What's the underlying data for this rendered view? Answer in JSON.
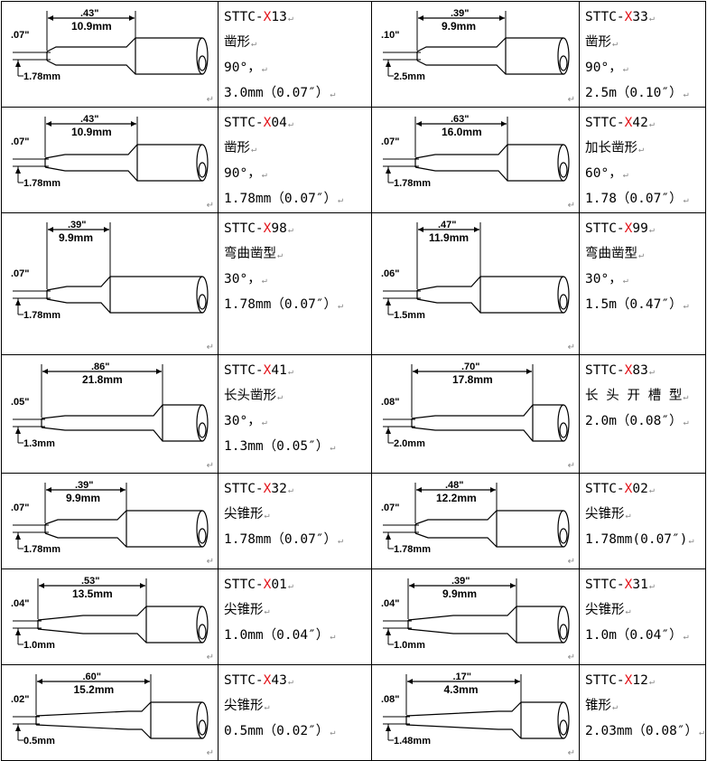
{
  "return_mark": "↵",
  "rows": [
    {
      "left": {
        "prefix": "STTC-",
        "x": "X",
        "suffix": "13",
        "lines": [
          "凿形",
          "90°，",
          "3.0mm（0.07″）"
        ],
        "dims": {
          "a": ".07\"",
          "b": ".43\"",
          "c": "10.9mm",
          "d": "1.78mm"
        }
      },
      "right": {
        "prefix": "STTC-",
        "x": "X",
        "suffix": "33",
        "lines": [
          "凿形",
          "90°，",
          "2.5m（0.10″）"
        ],
        "dims": {
          "a": ".10\"",
          "b": ".39\"",
          "c": "9.9mm",
          "d": "2.5mm"
        }
      }
    },
    {
      "left": {
        "prefix": "STTC-",
        "x": "X",
        "suffix": "04",
        "lines": [
          "凿形",
          "90°，",
          "1.78mm（0.07″）"
        ],
        "dims": {
          "a": ".07\"",
          "b": ".43\"",
          "c": "10.9mm",
          "d": "1.78mm"
        }
      },
      "right": {
        "prefix": "STTC-",
        "x": "X",
        "suffix": "42",
        "lines": [
          "加长凿形",
          "60°，",
          "1.78（0.07″）"
        ],
        "dims": {
          "a": ".07\"",
          "b": ".63\"",
          "c": "16.0mm",
          "d": "1.78mm"
        }
      }
    },
    {
      "left": {
        "prefix": "STTC-",
        "x": "X",
        "suffix": "98",
        "lines": [
          "弯曲凿型",
          "30°，",
          "1.78mm（0.07″）"
        ],
        "dims": {
          "a": ".07\"",
          "b": ".39\"",
          "c": "9.9mm",
          "d": "1.78mm"
        }
      },
      "right": {
        "prefix": "STTC-",
        "x": "X",
        "suffix": "99",
        "lines": [
          "弯曲凿型",
          "30°，",
          "1.5m（0.47″）"
        ],
        "dims": {
          "a": ".06\"",
          "b": ".47\"",
          "c": "11.9mm",
          "d": "1.5mm"
        }
      }
    },
    {
      "left": {
        "prefix": "STTC-",
        "x": "X",
        "suffix": "41",
        "lines": [
          "长头凿形",
          "30°，",
          "1.3mm（0.05″）"
        ],
        "dims": {
          "a": ".05\"",
          "b": ".86\"",
          "c": "21.8mm",
          "d": "1.3mm"
        }
      },
      "right": {
        "prefix": "STTC-",
        "x": "X",
        "suffix": "83",
        "lines": [
          "长 头 开 槽 型",
          "2.0m（0.08″）"
        ],
        "dims": {
          "a": ".08\"",
          "b": ".70\"",
          "c": "17.8mm",
          "d": "2.0mm"
        }
      }
    },
    {
      "left": {
        "prefix": "STTC-",
        "x": "X",
        "suffix": "32",
        "lines": [
          "尖锥形",
          "1.78mm（0.07″）"
        ],
        "dims": {
          "a": ".07\"",
          "b": ".39\"",
          "c": "9.9mm",
          "d": "1.78mm"
        }
      },
      "right": {
        "prefix": "STTC-",
        "x": "X",
        "suffix": "02",
        "lines": [
          "尖锥形",
          "1.78mm(0.07″)"
        ],
        "dims": {
          "a": ".07\"",
          "b": ".48\"",
          "c": "12.2mm",
          "d": "1.78mm"
        }
      }
    },
    {
      "left": {
        "prefix": "STTC-",
        "x": "X",
        "suffix": "01",
        "lines": [
          "尖锥形",
          "1.0mm（0.04″）"
        ],
        "dims": {
          "a": ".04\"",
          "b": ".53\"",
          "c": "13.5mm",
          "d": "1.0mm"
        }
      },
      "right": {
        "prefix": "STTC-",
        "x": "X",
        "suffix": "31",
        "lines": [
          "尖锥形",
          "1.0m（0.04″）"
        ],
        "dims": {
          "a": ".04\"",
          "b": ".39\"",
          "c": "9.9mm",
          "d": "1.0mm"
        }
      }
    },
    {
      "left": {
        "prefix": "STTC-",
        "x": "X",
        "suffix": "43",
        "lines": [
          "尖锥形",
          "0.5mm（0.02″）"
        ],
        "dims": {
          "a": ".02\"",
          "b": ".60\"",
          "c": "15.2mm",
          "d": "0.5mm"
        }
      },
      "right": {
        "prefix": "STTC-",
        "x": "X",
        "suffix": "12",
        "lines": [
          "锥形",
          "2.03mm（0.08″）"
        ],
        "dims": {
          "a": ".08\"",
          "b": ".17\"",
          "c": "4.3mm",
          "d": "1.48mm"
        }
      }
    }
  ]
}
